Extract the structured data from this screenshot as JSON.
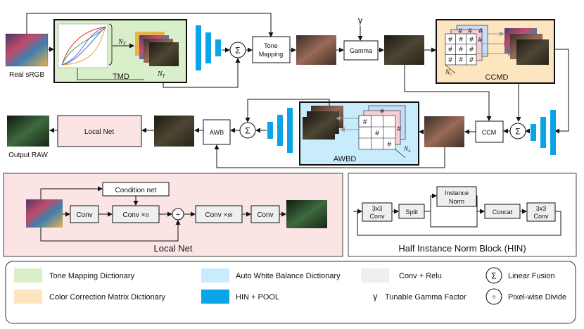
{
  "labels": {
    "real_srgb": "Real sRGB",
    "output_raw": "Output RAW",
    "tmd": "TMD",
    "tone_mapping_line1": "Tone",
    "tone_mapping_line2": "Mapping",
    "gamma_symbol": "γ",
    "gamma": "Gamma",
    "ccmd": "CCMD",
    "ccm": "CCM",
    "awb": "AWB",
    "awbd": "AWBD",
    "local_net_box": "Local Net",
    "n_t": "N",
    "n_t_sub": "T",
    "n_c": "N",
    "n_c_sub": "C",
    "n_a": "N",
    "n_a_sub": "A",
    "hash": "#",
    "sigma": "Σ",
    "divide": "÷"
  },
  "local_net": {
    "title": "Local Net",
    "condition_net": "Condition net",
    "conv1": "Conv",
    "conv_n": "Conv ×",
    "conv_n_var": "n",
    "conv_m": "Conv ×",
    "conv_m_var": "m",
    "conv_last": "Conv"
  },
  "hin": {
    "title": "Half Instance Norm Block (HIN)",
    "conv_a_1": "3x3",
    "conv_a_2": "Conv",
    "split": "Split",
    "inorm_1": "Instance",
    "inorm_2": "Norm",
    "concat": "Concat",
    "conv_b_1": "3x3",
    "conv_b_2": "Conv"
  },
  "legend": {
    "tmd": "Tone Mapping Dictionary",
    "ccmd": "Color Correction Matrix Dictionary",
    "awbd": "Auto White Balance Dictionary",
    "hin_pool": "HIN + POOL",
    "conv_relu": "Conv + Relu",
    "gamma_symbol": "γ",
    "gamma": "Tunable Gamma Factor",
    "linear_fusion": "Linear Fusion",
    "pixel_divide": "Pixel-wise Divide"
  },
  "colors": {
    "tmd_fill": "#d9efc9",
    "ccmd_fill": "#fde5c0",
    "awbd_fill": "#c8ecfb",
    "localnet_fill": "#fbe4e4",
    "hin_pool": "#0aa5e6",
    "conv_fill": "#efefef"
  }
}
